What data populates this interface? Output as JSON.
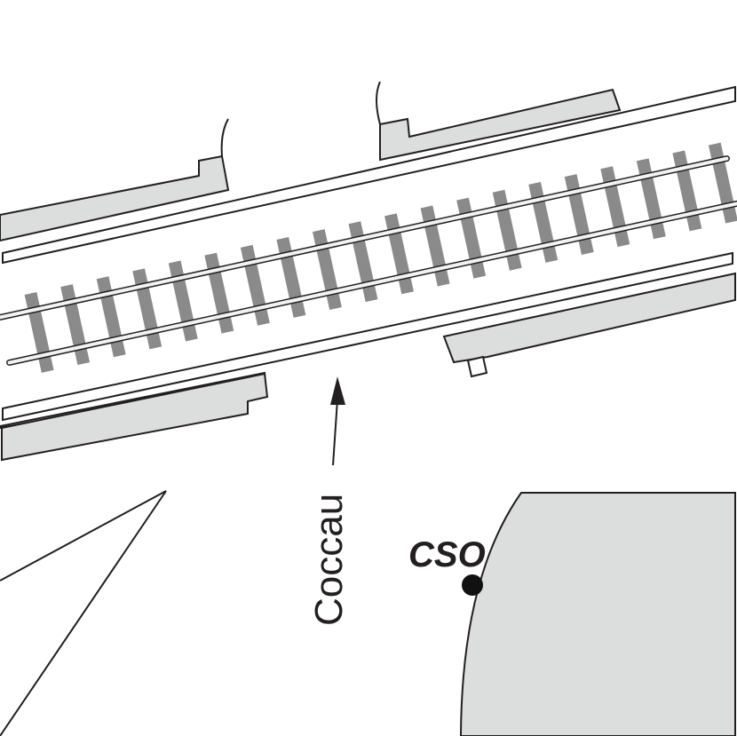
{
  "map": {
    "labels": {
      "station": "Coccau",
      "marker": "CSO"
    },
    "colors": {
      "area_fill": "#dcdddd",
      "outline": "#231f20",
      "sleeper": "#8a8a8a",
      "rail_fill": "#f2f2f2",
      "background": "#ffffff",
      "marker_dot": "#111111"
    },
    "features": [
      "railway-track",
      "platform-north",
      "platform-south",
      "cso-area",
      "station-arrow",
      "road-lines"
    ]
  }
}
